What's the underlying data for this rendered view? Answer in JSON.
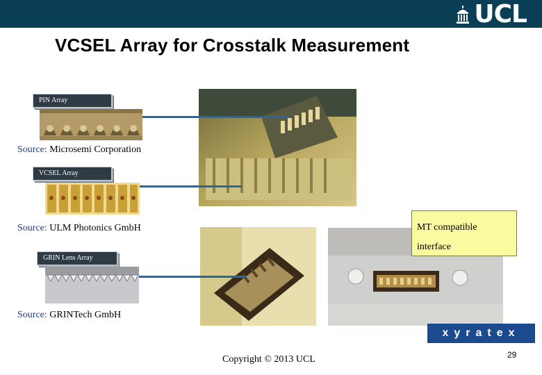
{
  "header": {
    "logo_text": "UCL",
    "title": "VCSEL Array for Crosstalk Measurement"
  },
  "sections": {
    "pin": {
      "tag": "PIN Array",
      "source_label": "Source:",
      "source_name": "Microsemi Corporation"
    },
    "vcsel": {
      "tag": "VCSEL Array",
      "source_label": "Source:",
      "source_name": "ULM Photonics GmbH"
    },
    "grin": {
      "tag": "GRIN Lens Array",
      "source_label": "Source:",
      "source_name": "GRINTech GmbH"
    }
  },
  "callout": {
    "line1": "MT compatible",
    "line2": "interface"
  },
  "partner_logo": {
    "text": "xyratex"
  },
  "footer": {
    "copyright": "Copyright © 2013 UCL",
    "page_number": "29"
  },
  "colors": {
    "header_bar": "#0b3f55",
    "connector_line": "#1f6aa8",
    "callout_fill": "#fafaa0",
    "source_label": "#1d3a7a"
  }
}
